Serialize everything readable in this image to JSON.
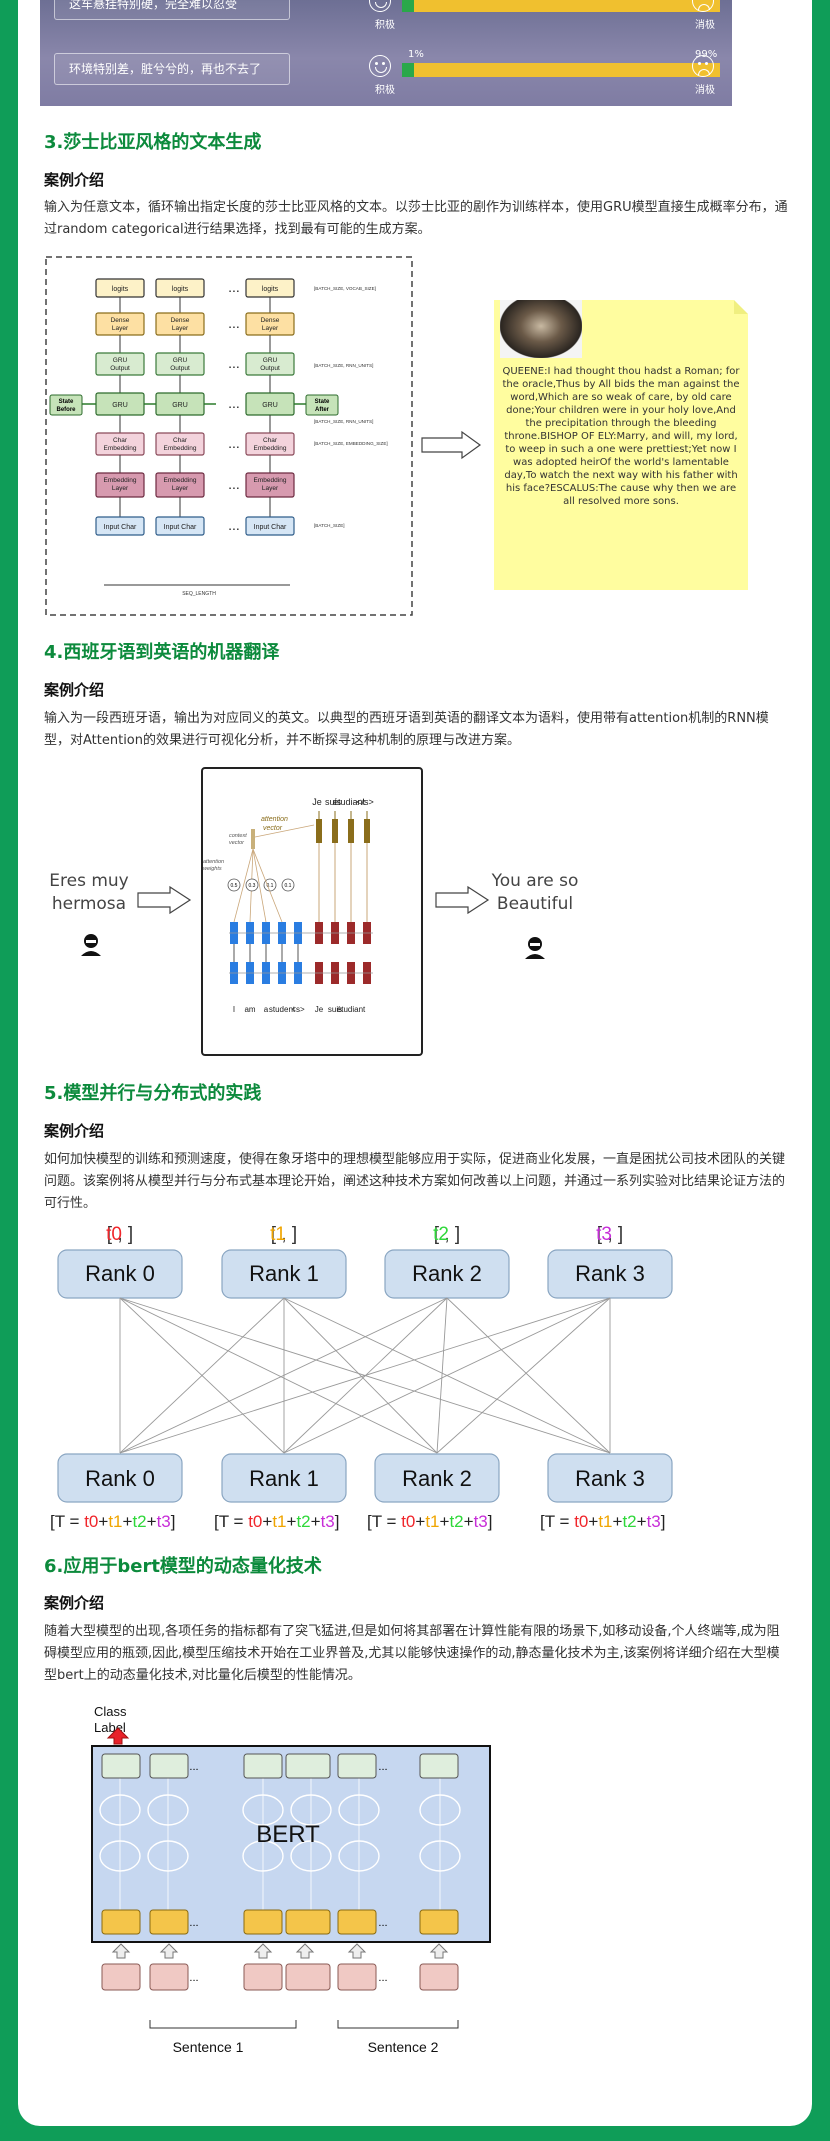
{
  "banner": {
    "rows": [
      {
        "text": "这车悬挂特别硬，完全难以忍受",
        "pos_label": "积极",
        "neg_label": "消极"
      },
      {
        "text": "环境特别差，脏兮兮的，再也不去了",
        "pct_left": "1%",
        "pct_right": "99%",
        "pos_label": "积极",
        "neg_label": "消极"
      }
    ]
  },
  "sections": [
    {
      "title": "3.莎士比亚风格的文本生成",
      "sub": "案例介绍",
      "desc": "输入为任意文本，循环输出指定长度的莎士比亚风格的文本。以莎士比亚的剧作为训练样本，使用GRU模型直接生成概率分布，通过random categorical进行结果选择，找到最有可能的生成方案。"
    },
    {
      "title": "4.西班牙语到英语的机器翻译",
      "sub": "案例介绍",
      "desc": "输入为一段西班牙语，输出为对应同义的英文。以典型的西班牙语到英语的翻译文本为语料，使用带有attention机制的RNN模型，对Attention的效果进行可视化分析，并不断探寻这种机制的原理与改进方案。"
    },
    {
      "title": "5.模型并行与分布式的实践",
      "sub": "案例介绍",
      "desc": "如何加快模型的训练和预测速度，使得在象牙塔中的理想模型能够应用于实际，促进商业化发展，一直是困扰公司技术团队的关键问题。该案例将从模型并行与分布式基本理论开始，阐述这种技术方案如何改善以上问题，并通过一系列实验对比结果论证方法的可行性。"
    },
    {
      "title": "6.应用于bert模型的动态量化技术",
      "sub": "案例介绍",
      "desc": "随着大型模型的出现,各项任务的指标都有了突飞猛进,但是如何将其部署在计算性能有限的场景下,如移动设备,个人终端等,成为阻碍模型应用的瓶颈,因此,模型压缩技术开始在工业界普及,尤其以能够快速操作的动,静态量化技术为主,该案例将详细介绍在大型模型bert上的动态量化技术,对比量化后模型的性能情况。"
    }
  ],
  "gru_fig": {
    "rows": [
      "logits",
      "Dense Layer",
      "GRU Output",
      "GRU",
      "Char Embedding",
      "Embedding Layer",
      "Input Char"
    ],
    "dims": [
      "[BATCH_SIZE, VOCAB_SIZE]",
      "[BATCH_SIZE, RNN_UNITS]",
      "[BATCH_SIZE, RNN_UNITS]",
      "[BATCH_SIZE, EMBEDDING_SIZE]",
      "[BATCH_SIZE]"
    ],
    "state_before": "State Before",
    "state_after": "State After",
    "seq": "SEQ_LENGTH",
    "dots": "..."
  },
  "shakespeare_text": "QUEENE:I had thought thou hadst a Roman; for the oracle,Thus by All bids the man against the word,Which are so weak of care, by old care done;Your children were in your holy love,And the precipitation through the bleeding throne.BISHOP OF ELY:Marry, and will, my lord, to weep in such a one were prettiest;Yet now I was adopted heirOf the world's lamentable day,To watch the next way with his father with his face?ESCALUS:The cause why then we are all resolved more sons.",
  "translation_fig": {
    "input": [
      "Eres muy",
      "hermosa"
    ],
    "output": [
      "You are so",
      "Beautiful"
    ],
    "top_words": [
      "Je",
      "suis",
      "étudiant",
      "</s>"
    ],
    "bottom_words": [
      "I",
      "am",
      "a",
      "student",
      "<s>",
      "Je",
      "suis",
      "étudiant"
    ],
    "attention_vector": [
      "attention",
      "vector"
    ],
    "context_vector": [
      "context",
      "vector"
    ],
    "attention_weights": [
      "attention",
      "weights"
    ],
    "weights": [
      "0.5",
      "0.3",
      "0.1",
      "0.1"
    ]
  },
  "rank_fig": {
    "top": [
      "Rank 0",
      "Rank 1",
      "Rank 2",
      "Rank 3"
    ],
    "bottom": [
      "Rank 0",
      "Rank 1",
      "Rank 2",
      "Rank 3"
    ],
    "tensors": [
      "t0",
      "t1",
      "t2",
      "t3"
    ],
    "sum_prefix": "[T = ",
    "colors": {
      "t0": "#f0262b",
      "t1": "#f0a500",
      "t2": "#2fd83a",
      "t3": "#c72dd8"
    }
  },
  "bert_fig": {
    "class_label": [
      "Class",
      "Label"
    ],
    "name": "BERT",
    "sentence1": "Sentence 1",
    "sentence2": "Sentence 2"
  }
}
